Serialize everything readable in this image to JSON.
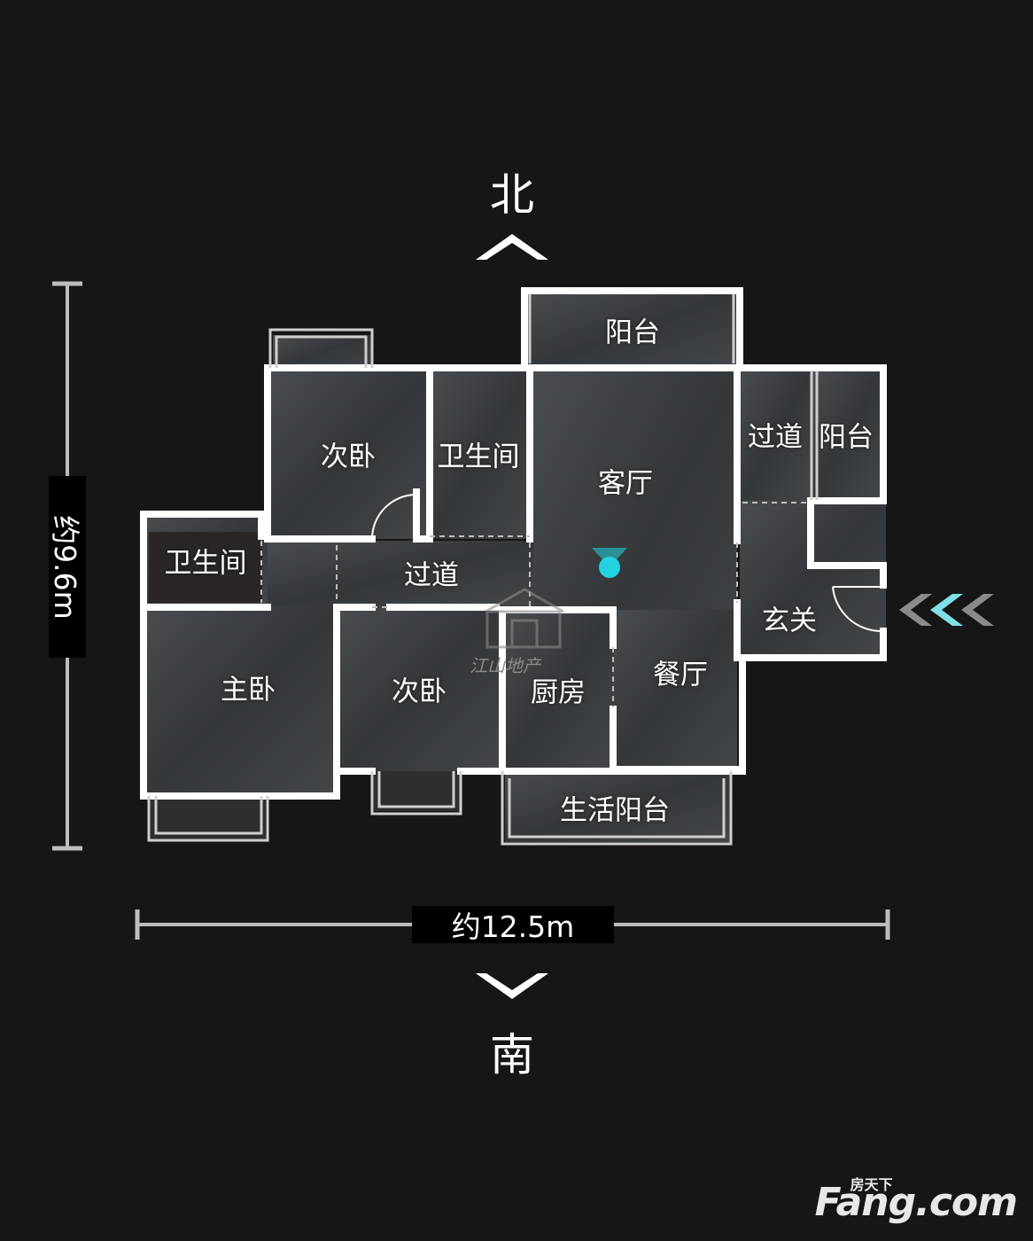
{
  "compass": {
    "north": "北",
    "south": "南"
  },
  "dimensions": {
    "height": "约9.6m",
    "width": "约12.5m"
  },
  "rooms": {
    "balcony_north": "阳台",
    "bedroom_2_north": "次卧",
    "bathroom_center": "卫生间",
    "living_room": "客厅",
    "corridor_east": "过道",
    "balcony_east": "阳台",
    "bathroom_west": "卫生间",
    "corridor_center": "过道",
    "entrance": "玄关",
    "master_bedroom": "主卧",
    "bedroom_2_south": "次卧",
    "kitchen": "厨房",
    "dining_room": "餐厅",
    "utility_balcony": "生活阳台"
  },
  "builder_mark": "江山地产",
  "watermark": {
    "main": "Fang.com",
    "small": "房天下"
  },
  "colors": {
    "background": "#161616",
    "wall": "#ffffff",
    "floor": "#3b3d3f",
    "marker": "#22d3df",
    "entry_arrow": "#7fe0e8"
  },
  "icons": {
    "north": "chevron-up-icon",
    "south": "chevron-down-icon",
    "entry": "entry-arrows-icon",
    "position": "position-marker-icon"
  }
}
